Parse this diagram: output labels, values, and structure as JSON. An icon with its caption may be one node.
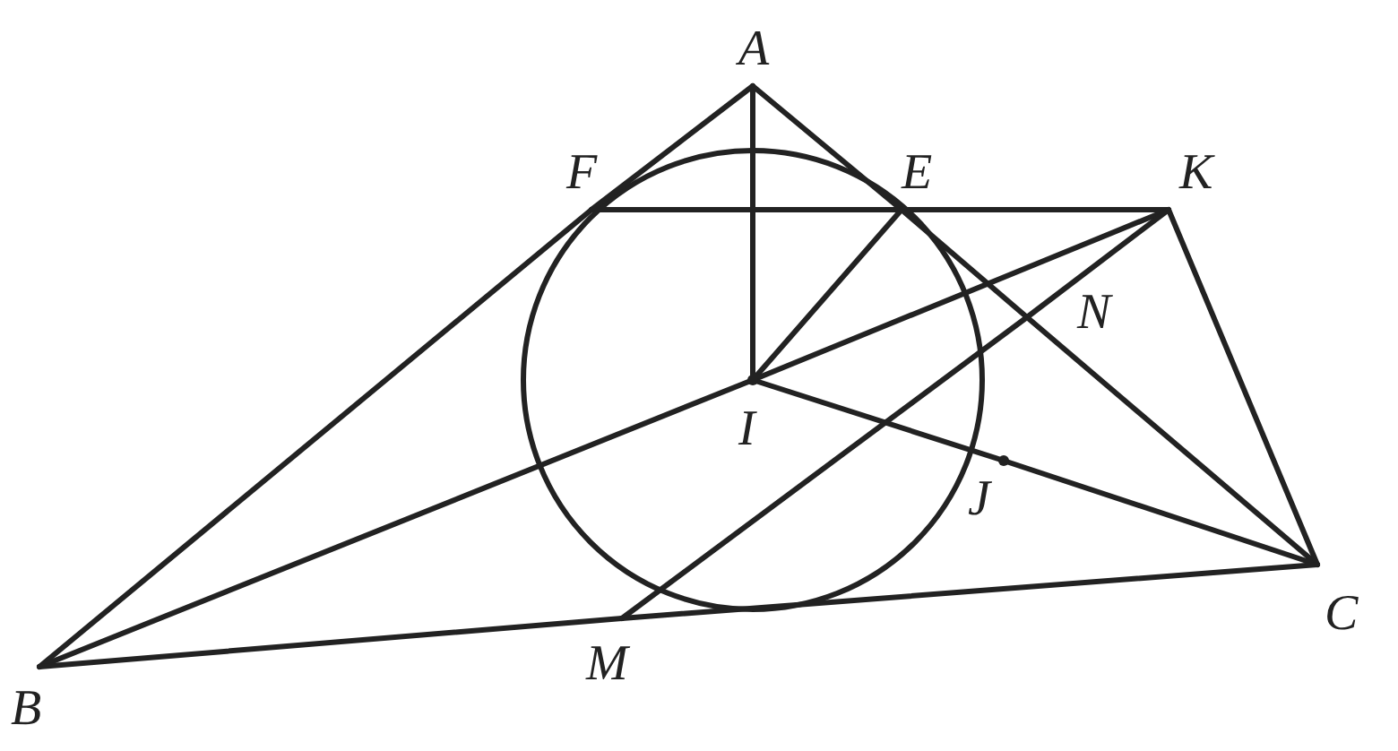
{
  "diagram": {
    "nodes": [
      {
        "text": [
          "A"
        ]
      },
      {
        "text": [
          "F"
        ]
      },
      {
        "text": [
          "E"
        ]
      },
      {
        "text": [
          "K"
        ]
      },
      {
        "text": [
          "N"
        ]
      },
      {
        "text": [
          "I"
        ]
      },
      {
        "text": [
          "J"
        ]
      },
      {
        "text": [
          "C"
        ]
      },
      {
        "text": [
          "M"
        ]
      },
      {
        "text": [
          "B"
        ]
      }
    ],
    "edges": [
      {
        "from": 0,
        "to": 1,
        "arrow": "none"
      },
      {
        "from": 1,
        "to": 9,
        "arrow": "none"
      },
      {
        "from": 0,
        "to": 2,
        "arrow": "none"
      },
      {
        "from": 2,
        "to": 4,
        "arrow": "none"
      },
      {
        "from": 4,
        "to": 7,
        "arrow": "none"
      },
      {
        "from": 0,
        "to": 5,
        "arrow": "none"
      },
      {
        "from": 1,
        "to": 2,
        "arrow": "none"
      },
      {
        "from": 2,
        "to": 3,
        "arrow": "none"
      },
      {
        "from": 5,
        "to": 2,
        "arrow": "none"
      },
      {
        "from": 9,
        "to": 5,
        "arrow": "none"
      },
      {
        "from": 5,
        "to": 3,
        "arrow": "none"
      },
      {
        "from": 8,
        "to": 4,
        "arrow": "none"
      },
      {
        "from": 4,
        "to": 3,
        "arrow": "none"
      },
      {
        "from": 5,
        "to": 6,
        "arrow": "none"
      },
      {
        "from": 6,
        "to": 7,
        "arrow": "none"
      },
      {
        "from": 3,
        "to": 7,
        "arrow": "none"
      },
      {
        "from": 9,
        "to": 8,
        "arrow": "none"
      },
      {
        "from": 8,
        "to": 7,
        "arrow": "none"
      }
    ]
  }
}
